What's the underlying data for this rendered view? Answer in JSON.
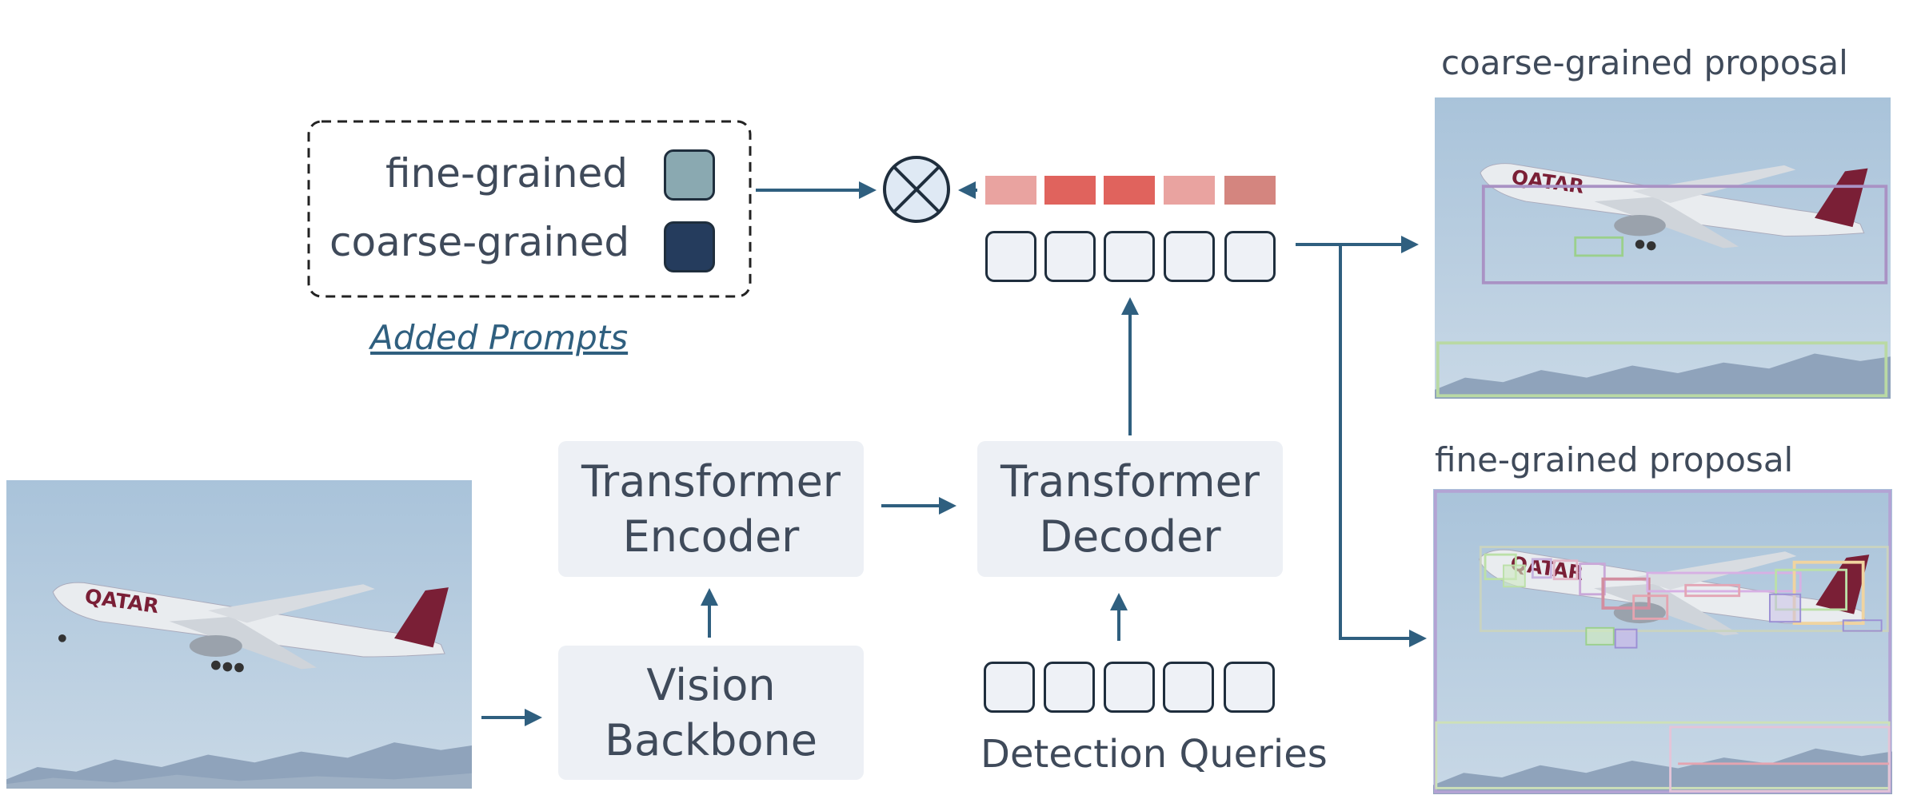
{
  "prompts": {
    "fine_label": "fine-grained",
    "coarse_label": "coarse-grained",
    "caption": "Added Prompts",
    "fine_color": "#8aa9b1",
    "coarse_color": "#253c5d"
  },
  "boxes": {
    "encoder": [
      "Transformer",
      "Encoder"
    ],
    "decoder": [
      "Transformer",
      "Decoder"
    ],
    "backbone": [
      "Vision",
      "Backbone"
    ]
  },
  "queries_label": "Detection Queries",
  "outputs": {
    "coarse_title": "coarse-grained proposal",
    "fine_title": "fine-grained proposal"
  },
  "score_colors": [
    "#e9a3a0",
    "#e0635d",
    "#e0635d",
    "#e9a3a0",
    "#d4857f"
  ],
  "colors": {
    "arrow": "#2f5f7f",
    "box_fill": "#edf0f5",
    "text": "#3f4a5a"
  },
  "icons": {
    "multiply": "circled-times-icon",
    "photo": "airplane-photo"
  }
}
